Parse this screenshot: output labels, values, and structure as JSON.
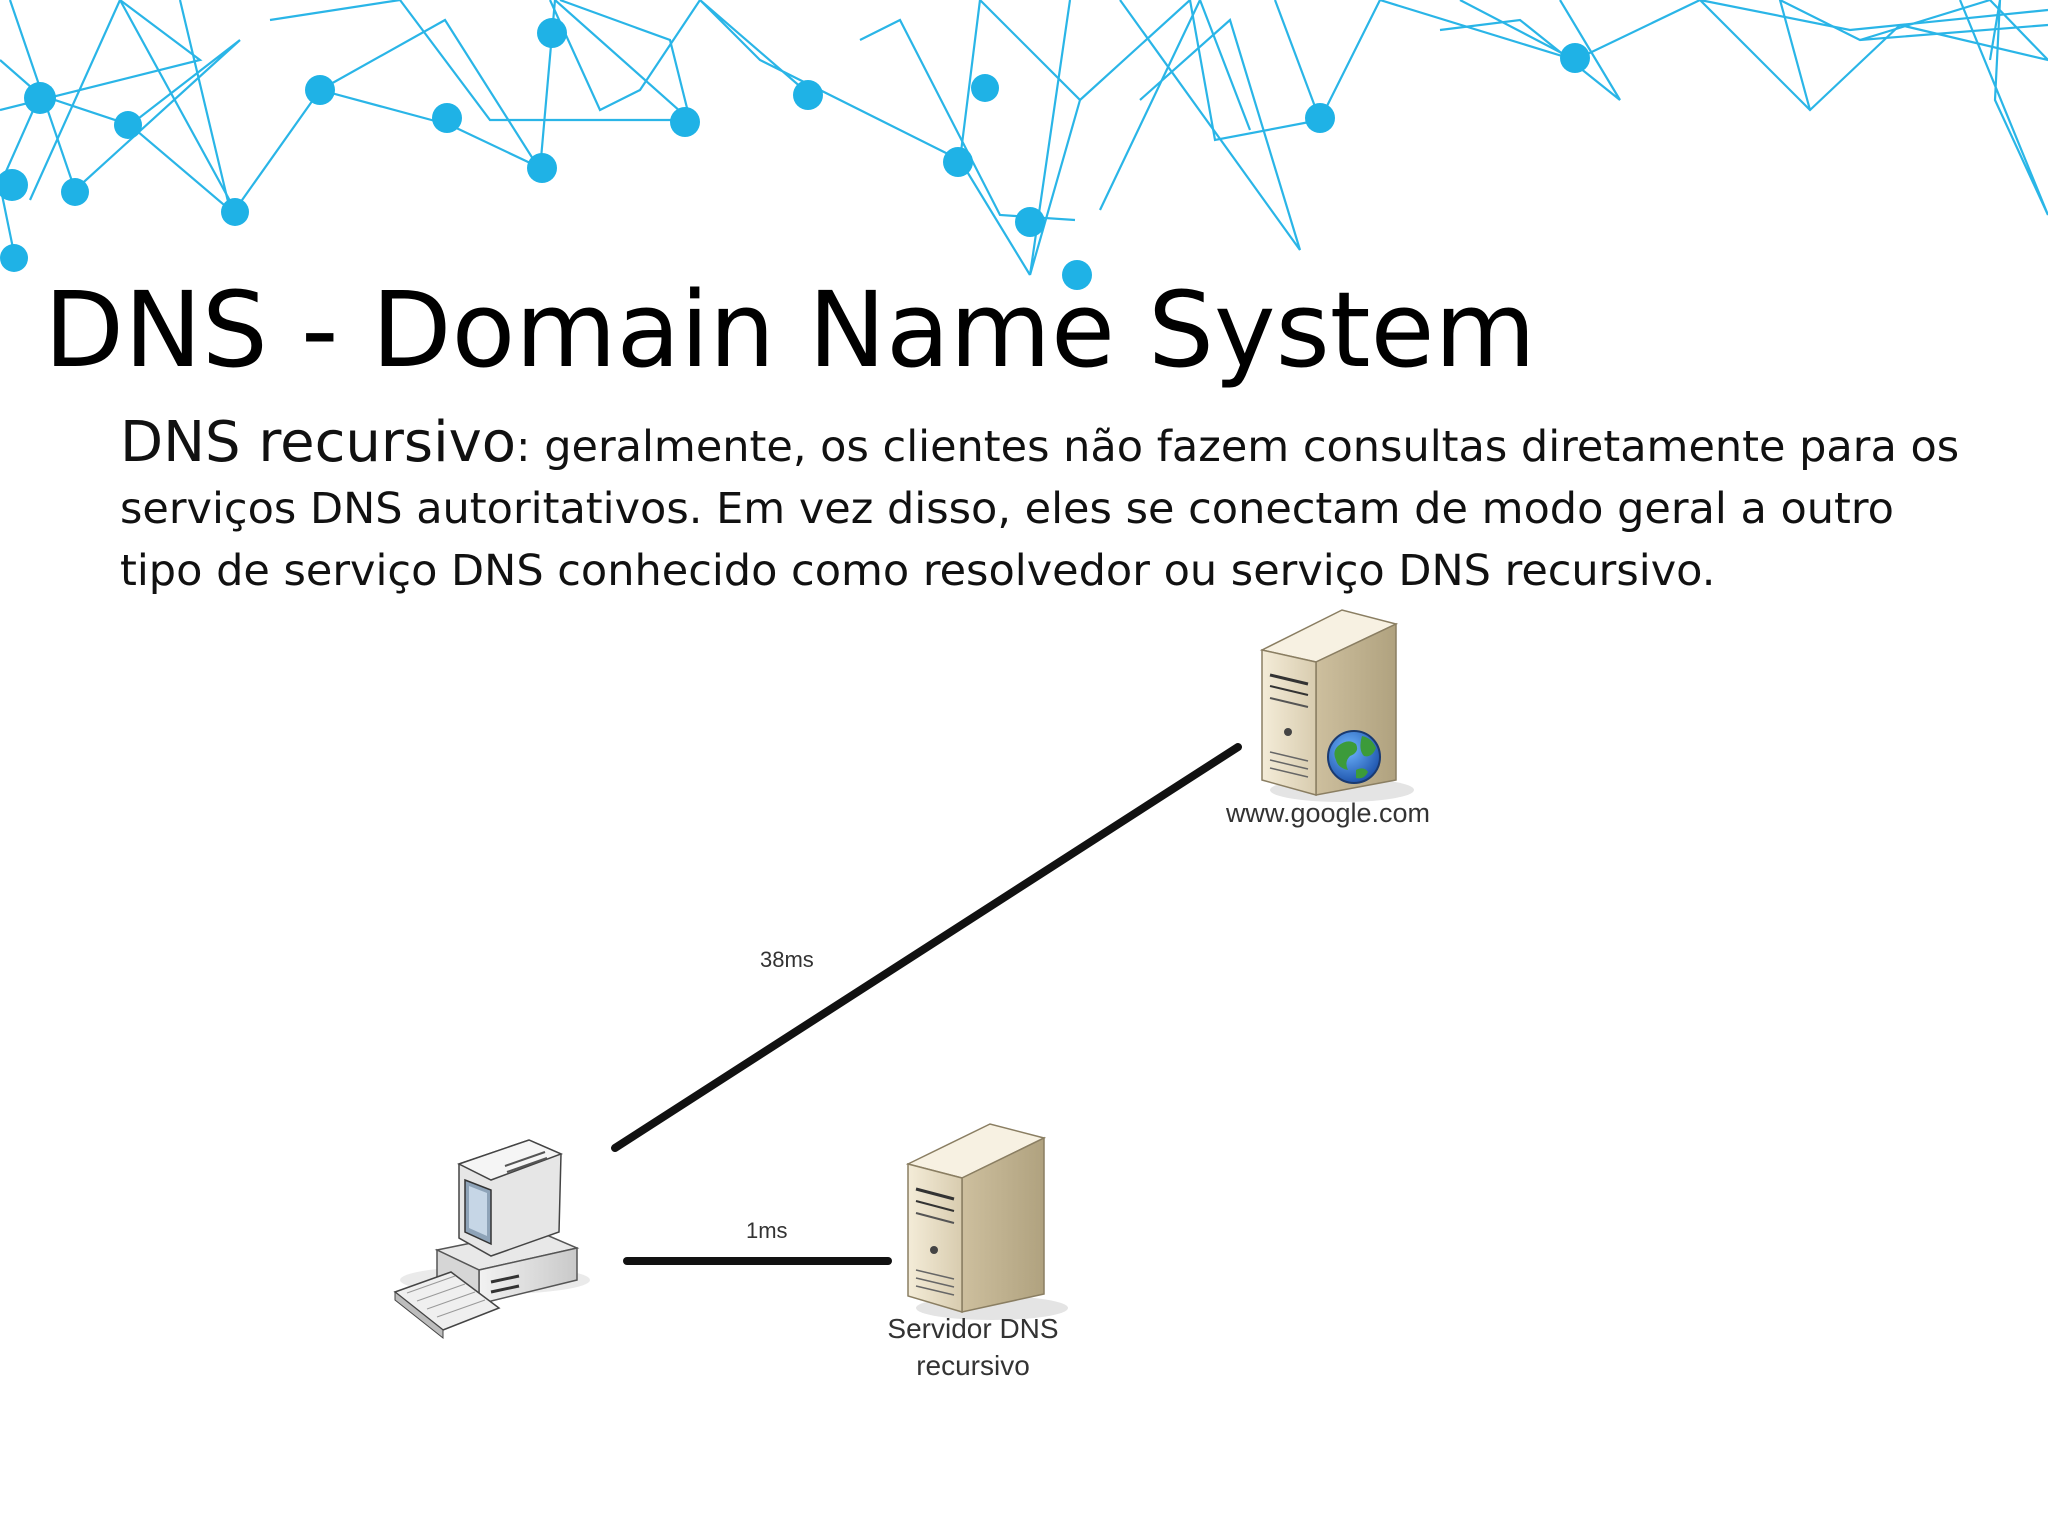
{
  "slide": {
    "title": "DNS - Domain Name System",
    "body_lead": "DNS recursivo",
    "body_text": ": geralmente, os clientes não fazem consultas diretamente para os serviços DNS autoritativos. Em vez disso, eles se conectam de modo geral a outro tipo de serviço DNS conhecido como resolvedor ou serviço DNS recursivo."
  },
  "diagram": {
    "nodes": {
      "google_server_label": "www.google.com",
      "dns_server_label_line1": "Servidor DNS",
      "dns_server_label_line2": "recursivo"
    },
    "links": {
      "client_to_google": "38ms",
      "client_to_dns": "1ms"
    }
  },
  "colors": {
    "decor_accent": "#1fb2e6",
    "link_line": "#111111"
  },
  "icons": [
    "network-decoration",
    "server-icon",
    "globe-icon",
    "desktop-computer-icon"
  ]
}
